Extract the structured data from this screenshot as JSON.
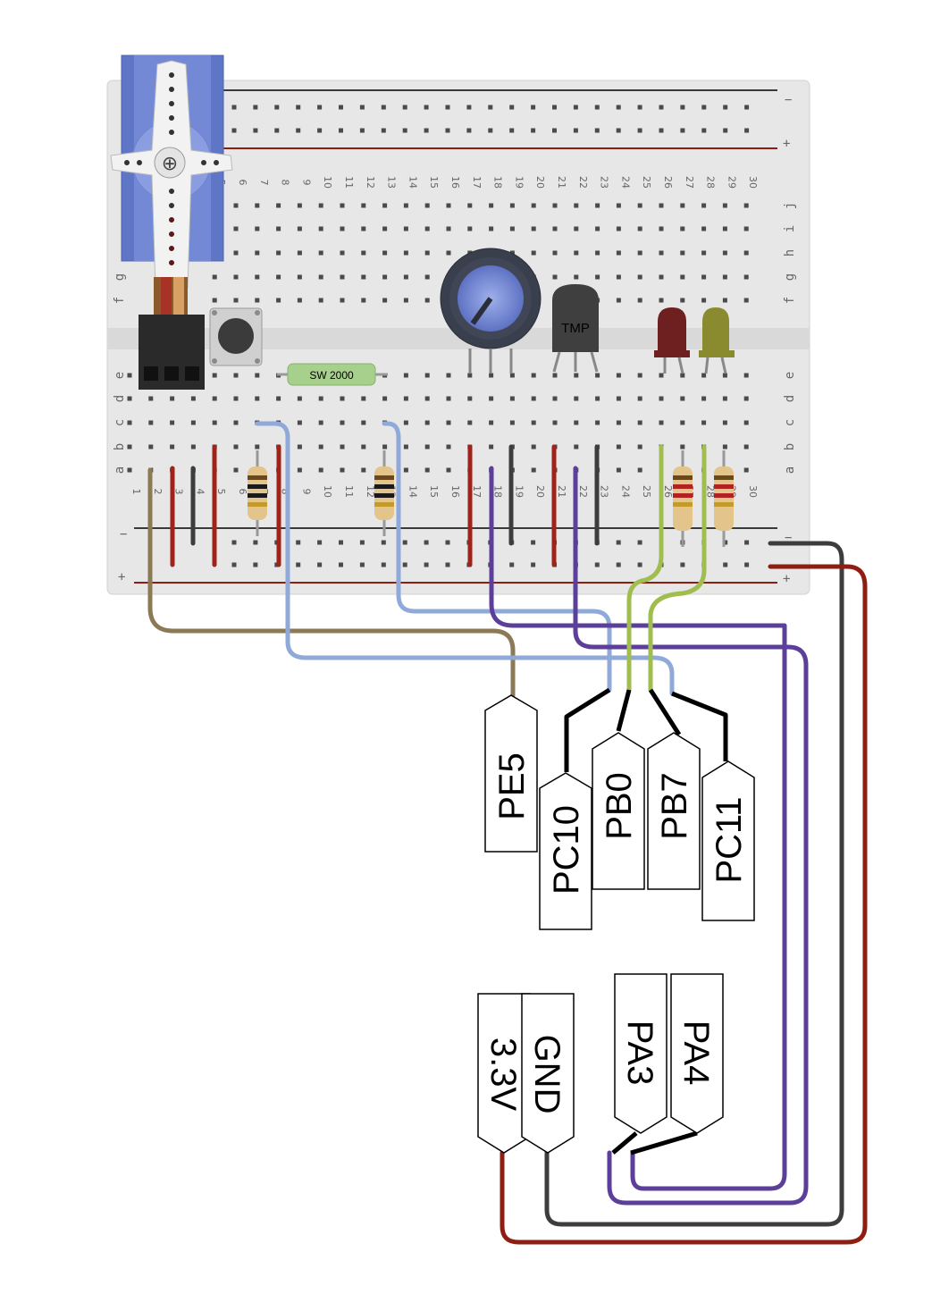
{
  "breadboard": {
    "row_letters_left": [
      "a",
      "b",
      "c",
      "d",
      "e",
      "f",
      "g"
    ],
    "row_letters_right": [
      "a",
      "b",
      "c",
      "d",
      "e",
      "f",
      "g",
      "h",
      "i",
      "j"
    ],
    "rail_minus": "−",
    "rail_plus": "+",
    "column_numbers_top": [
      "5",
      "6",
      "7",
      "8",
      "9",
      "10",
      "11",
      "12",
      "13",
      "14",
      "15",
      "16",
      "17",
      "18",
      "19",
      "20",
      "21",
      "22",
      "23",
      "24",
      "25",
      "26",
      "27",
      "28",
      "29",
      "30"
    ],
    "column_numbers_bottom": [
      "1",
      "2",
      "3",
      "4",
      "5",
      "6",
      "7",
      "8",
      "9",
      "10",
      "11",
      "12",
      "13",
      "14",
      "15",
      "16",
      "17",
      "18",
      "19",
      "20",
      "21",
      "22",
      "23",
      "24",
      "25",
      "26",
      "27",
      "28",
      "29",
      "30"
    ]
  },
  "components": {
    "switch_label": "SW 2000",
    "sensor_label": "TMP"
  },
  "pins": {
    "top": [
      "PE5",
      "PC10",
      "PB0",
      "PB7",
      "PC11"
    ],
    "bottom": [
      "3.3V",
      "GND",
      "PA3",
      "PA4"
    ]
  },
  "colors": {
    "wire_tan": "#8b7a55",
    "wire_blue": "#8fa9d9",
    "wire_purple": "#5b3f9a",
    "wire_green": "#9fbe4f",
    "wire_red": "#8e1e12",
    "wire_black": "#3d3d3d",
    "board": "#e6e6e6"
  }
}
